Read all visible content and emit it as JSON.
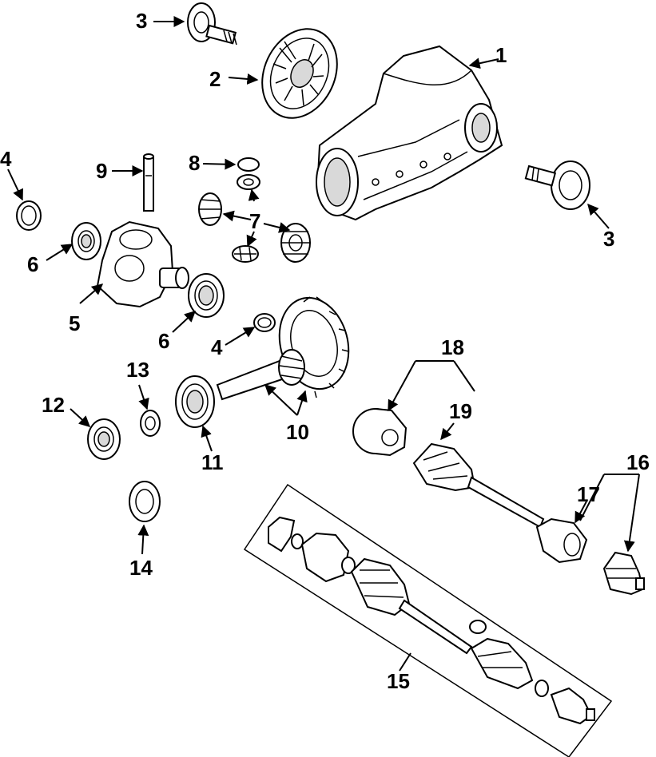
{
  "callouts": {
    "c1": "1",
    "c2": "2",
    "c3a": "3",
    "c3b": "3",
    "c4a": "4",
    "c4b": "4",
    "c5": "5",
    "c6a": "6",
    "c6b": "6",
    "c7": "7",
    "c8": "8",
    "c9": "9",
    "c10": "10",
    "c11": "11",
    "c12": "12",
    "c13": "13",
    "c14": "14",
    "c15": "15",
    "c16": "16",
    "c17": "17",
    "c18": "18",
    "c19": "19"
  },
  "colors": {
    "line": "#000000",
    "background": "#ffffff",
    "shade": "#d9d9d9"
  }
}
